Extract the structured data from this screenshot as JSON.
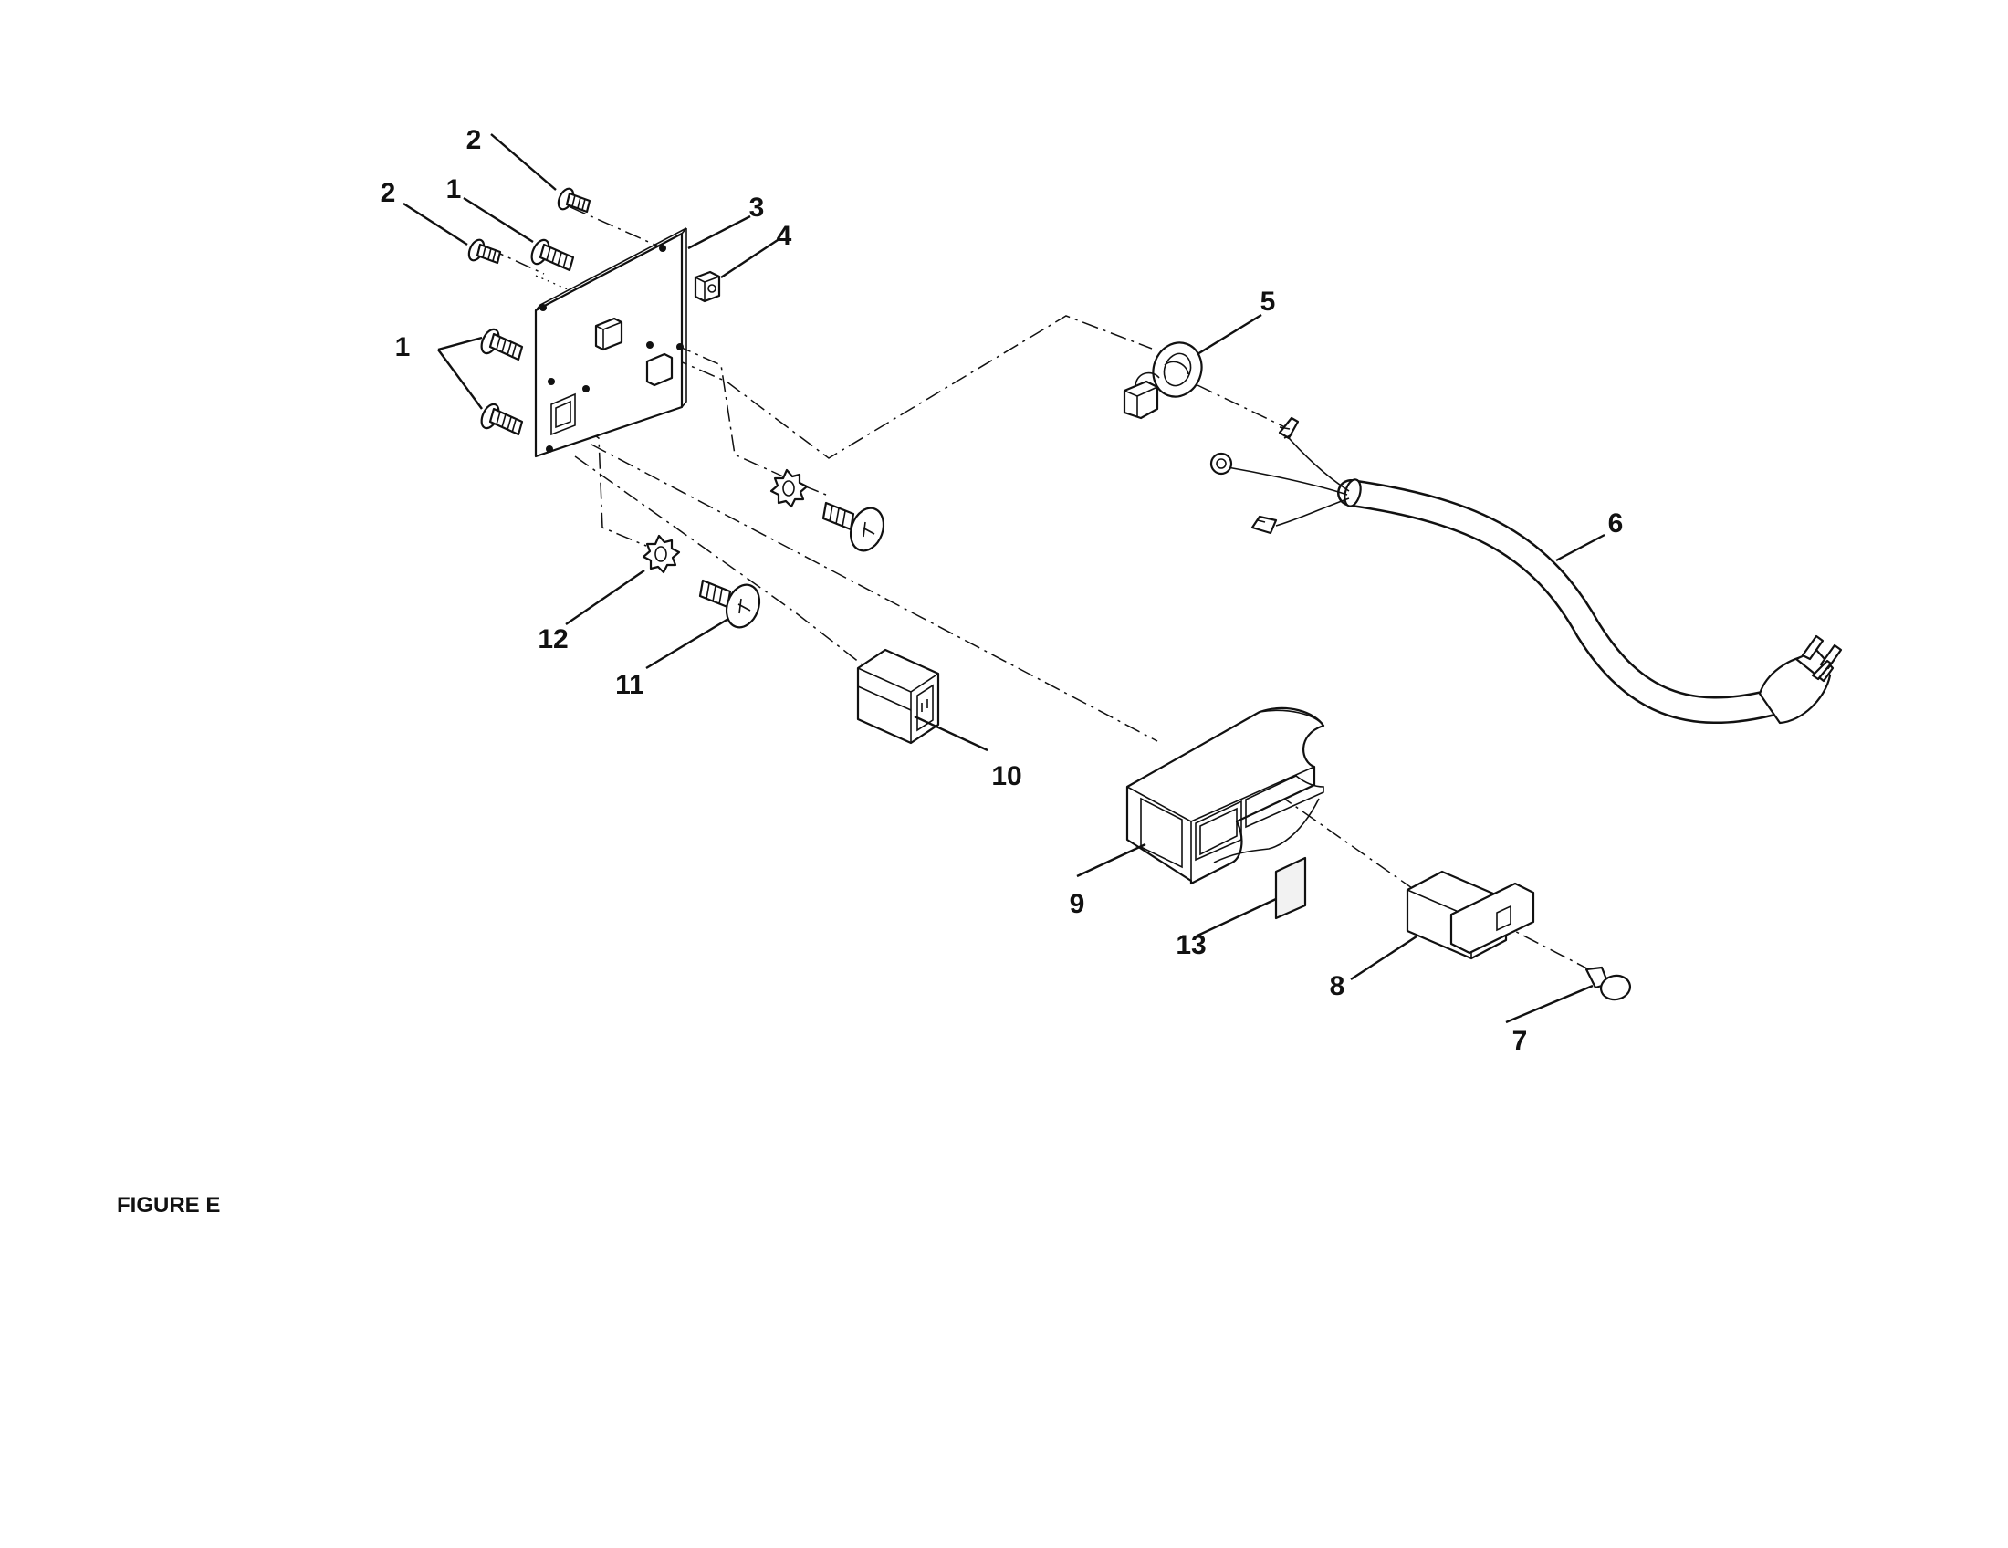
{
  "figure": {
    "caption": "FIGURE E"
  },
  "callouts": [
    "1",
    "1",
    "1",
    "2",
    "2",
    "3",
    "4",
    "5",
    "6",
    "7",
    "8",
    "9",
    "10",
    "11",
    "12",
    "13"
  ]
}
